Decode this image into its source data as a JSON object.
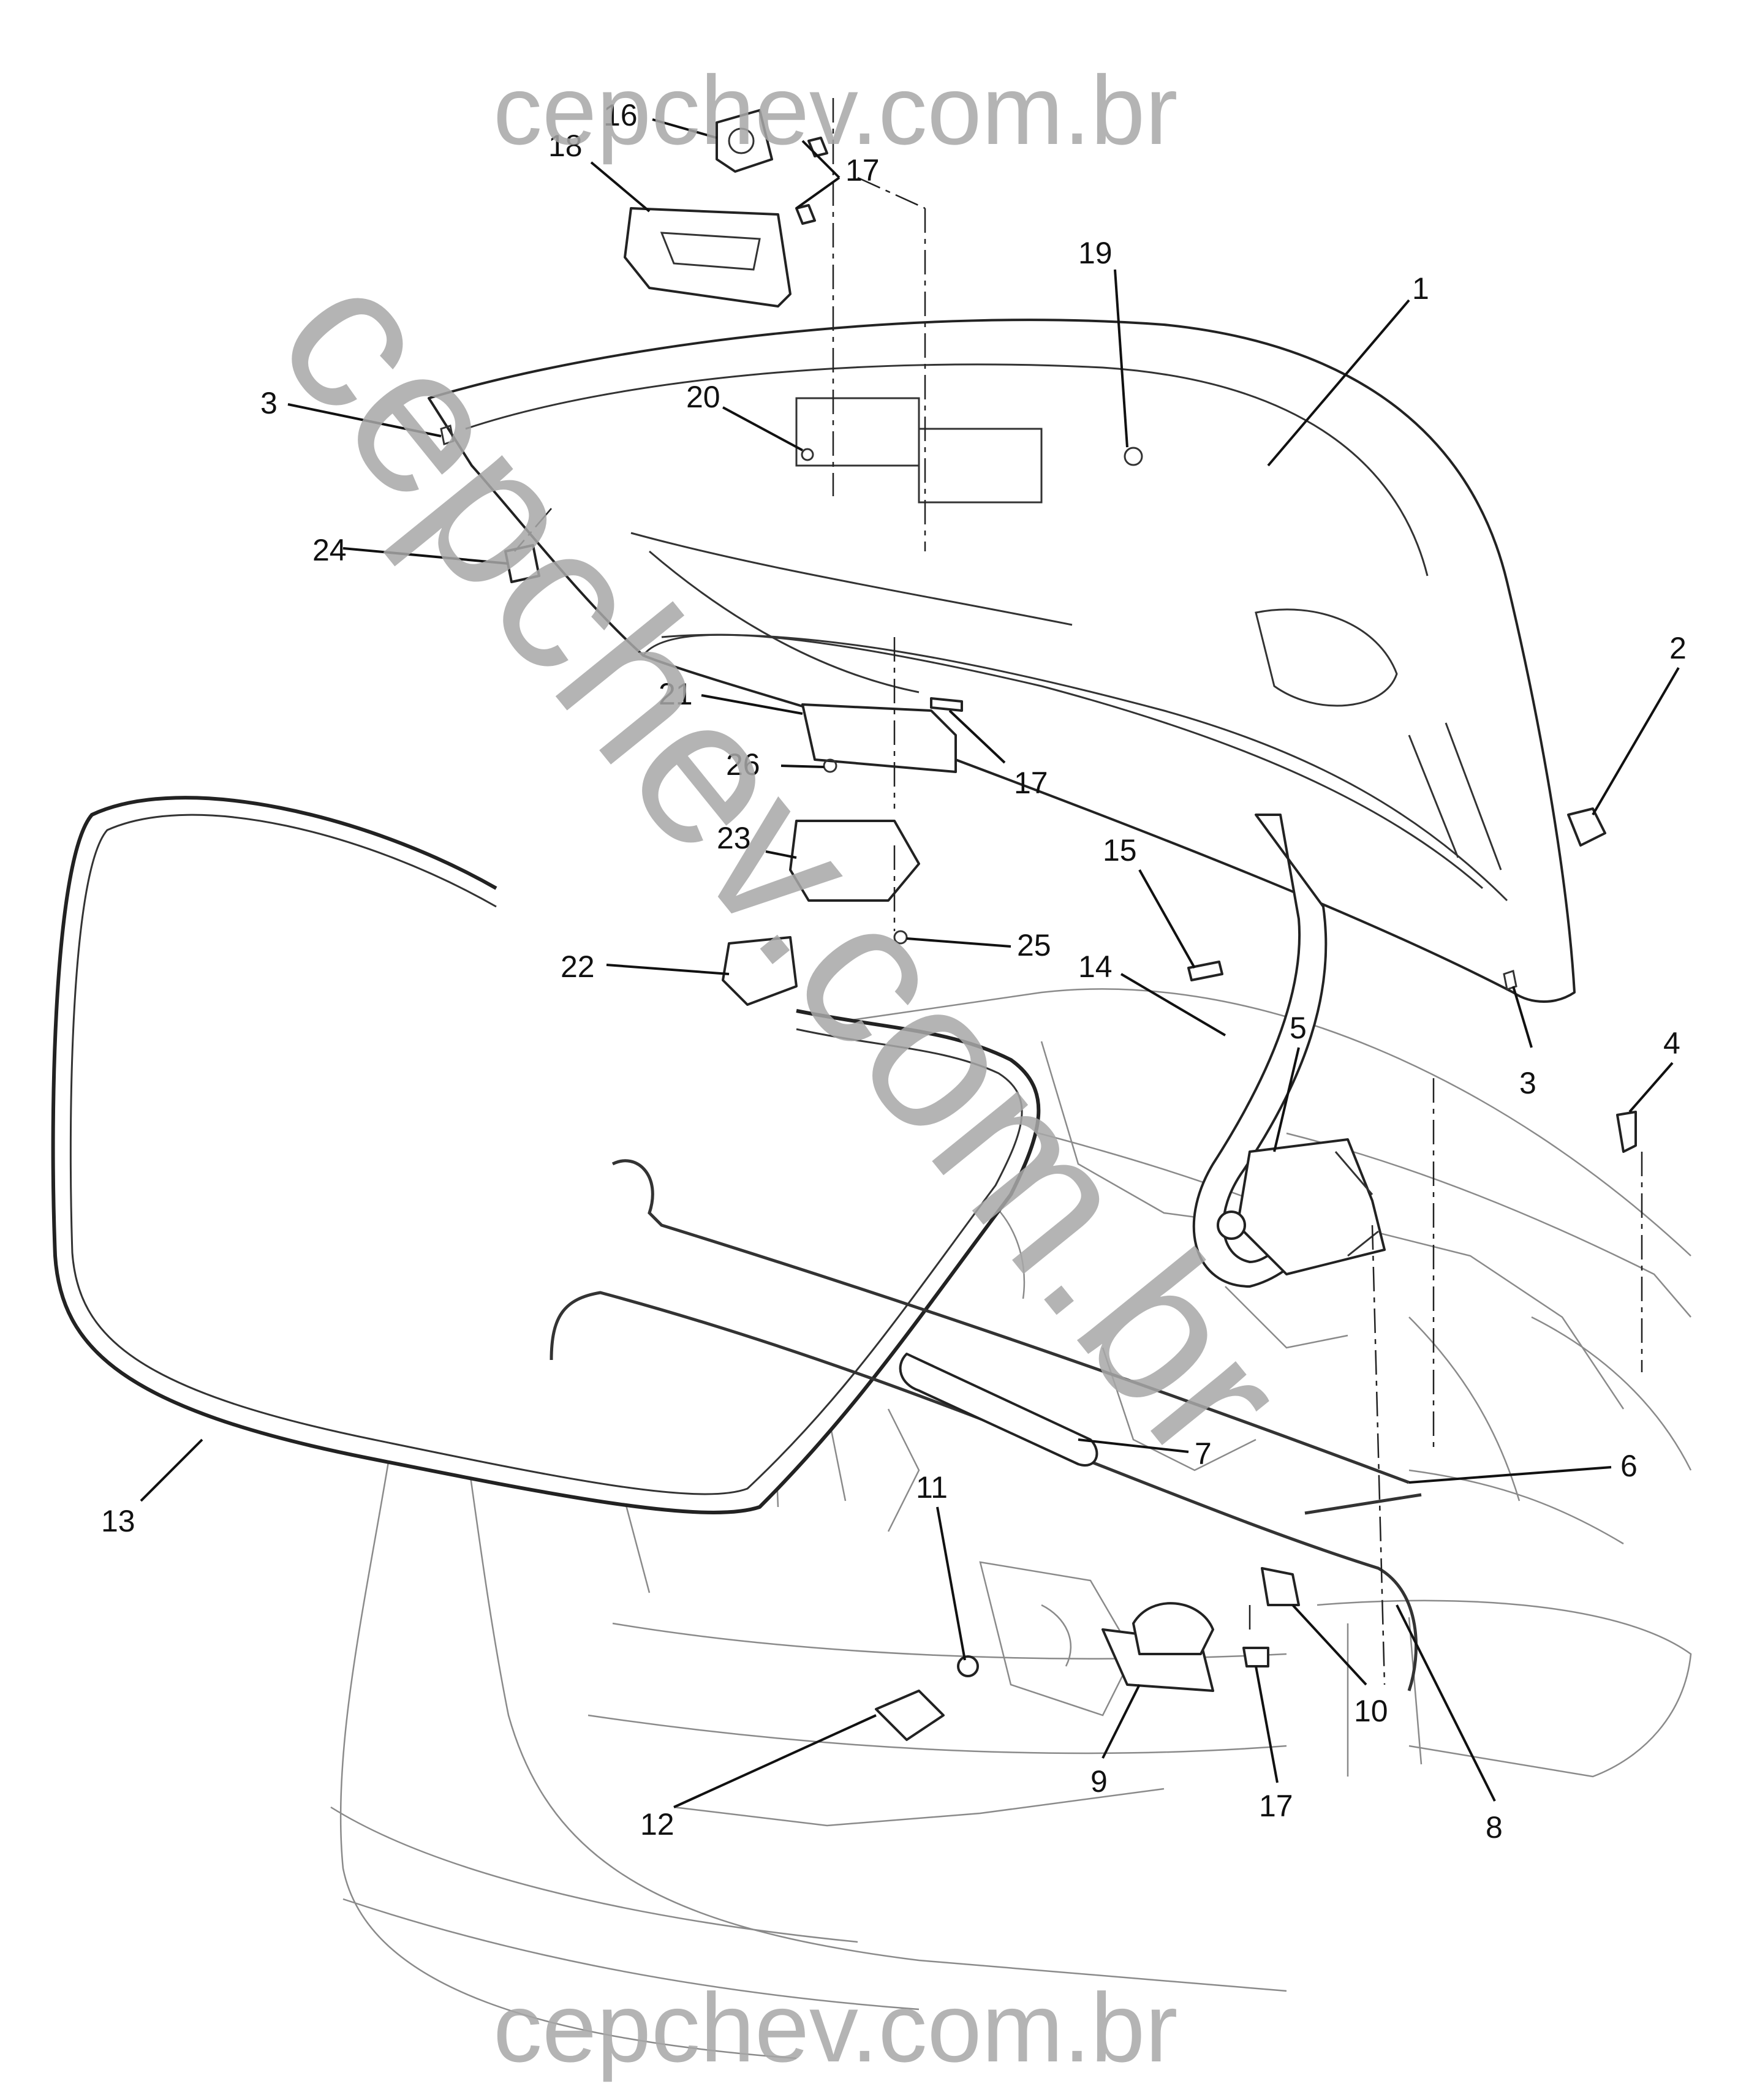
{
  "watermark": {
    "top": "cepchev.com.br",
    "bottom": "cepchev.com.br",
    "diagonal": "cepchev.com.br"
  },
  "callouts": [
    {
      "key": "c1",
      "label": "1"
    },
    {
      "key": "c2",
      "label": "2"
    },
    {
      "key": "c3a",
      "label": "3"
    },
    {
      "key": "c3b",
      "label": "3"
    },
    {
      "key": "c4",
      "label": "4"
    },
    {
      "key": "c5",
      "label": "5"
    },
    {
      "key": "c6",
      "label": "6"
    },
    {
      "key": "c7",
      "label": "7"
    },
    {
      "key": "c8",
      "label": "8"
    },
    {
      "key": "c9",
      "label": "9"
    },
    {
      "key": "c10",
      "label": "10"
    },
    {
      "key": "c11",
      "label": "11"
    },
    {
      "key": "c12",
      "label": "12"
    },
    {
      "key": "c13",
      "label": "13"
    },
    {
      "key": "c14",
      "label": "14"
    },
    {
      "key": "c15",
      "label": "15"
    },
    {
      "key": "c16",
      "label": "16"
    },
    {
      "key": "c17a",
      "label": "17"
    },
    {
      "key": "c17b",
      "label": "17"
    },
    {
      "key": "c17c",
      "label": "17"
    },
    {
      "key": "c18",
      "label": "18"
    },
    {
      "key": "c19",
      "label": "19"
    },
    {
      "key": "c20",
      "label": "20"
    },
    {
      "key": "c21",
      "label": "21"
    },
    {
      "key": "c22",
      "label": "22"
    },
    {
      "key": "c23",
      "label": "23"
    },
    {
      "key": "c24",
      "label": "24"
    },
    {
      "key": "c25",
      "label": "25"
    },
    {
      "key": "c26",
      "label": "26"
    }
  ]
}
